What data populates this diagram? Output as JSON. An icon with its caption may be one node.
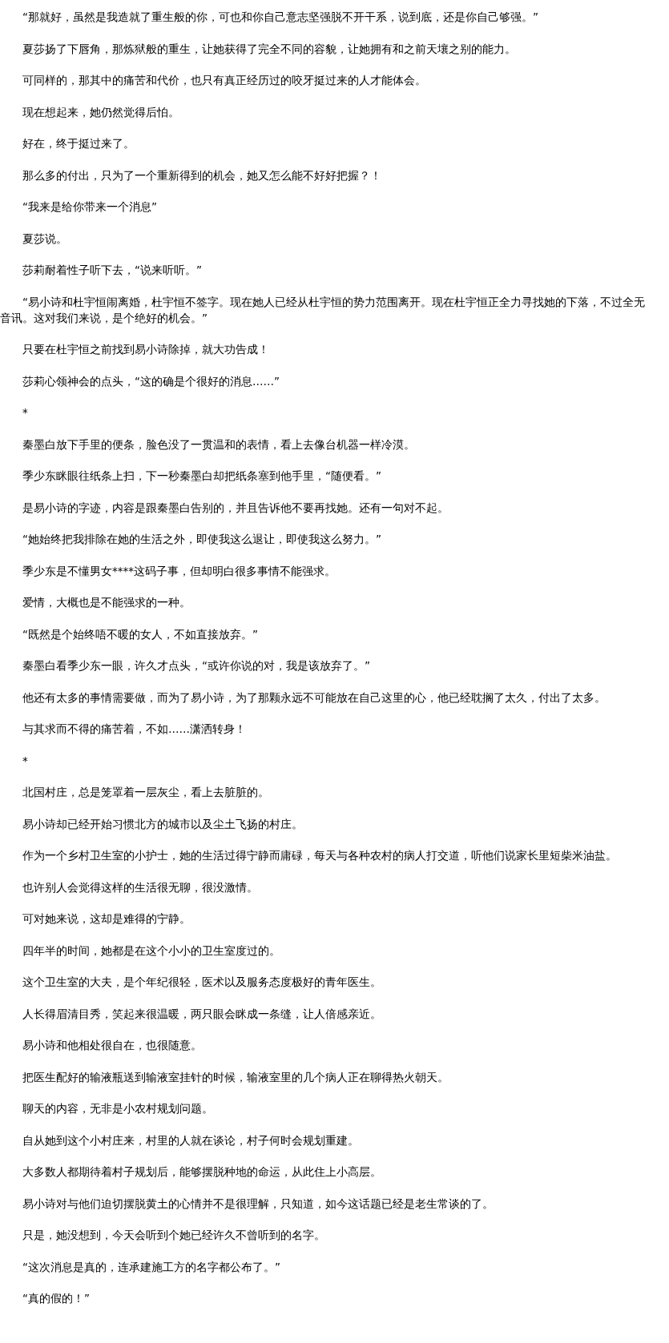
{
  "diagram": {
    "labels": [
      "“那就好，虽然是我造就了重生般的你，可也和你自己意志坚强脱不开干系，说到底，还是你自己够强。”",
      "夏莎扬了下唇角，那炼狱般的重生，让她获得了完全不同的容貌，让她拥有和之前天壤之别的能力。",
      "可同样的，那其中的痛苦和代价，也只有真正经历过的咬牙挺过来的人才能体会。",
      "现在想起来，她仍然觉得后怕。",
      "好在，终于挺过来了。",
      "那么多的付出，只为了一个重新得到的机会，她又怎么能不好好把握？！",
      "“我来是给你带来一个消息”",
      "夏莎说。",
      "莎莉耐着性子听下去，“说来听听。”",
      "“易小诗和杜宇恒闹离婚，杜宇恒不签字。现在她人已经从杜宇恒的势力范围离开。现在杜宇恒正全力寻找她的下落，不过全无音讯。这对我们来说，是个绝好的机会。”",
      "只要在杜宇恒之前找到易小诗除掉，就大功告成！",
      "莎莉心领神会的点头，“这的确是个很好的消息……”",
      "*",
      "秦墨白放下手里的便条，脸色没了一贯温和的表情，看上去像台机器一样冷漠。",
      "季少东眯眼往纸条上扫，下一秒秦墨白却把纸条塞到他手里，“随便看。”",
      "是易小诗的字迹，内容是跟秦墨白告别的，并且告诉他不要再找她。还有一句对不起。",
      "“她始终把我排除在她的生活之外，即使我这么退让，即使我这么努力。”",
      "季少东是不懂男女****这码子事，但却明白很多事情不能强求。",
      "爱情，大概也是不能强求的一种。",
      "“既然是个始终唔不暖的女人，不如直接放弃。”",
      "秦墨白看季少东一眼，许久才点头，“或许你说的对，我是该放弃了。”",
      "他还有太多的事情需要做，而为了易小诗，为了那颗永远不可能放在自己这里的心，他已经耽搁了太久，付出了太多。",
      "与其求而不得的痛苦着，不如……潇洒转身！",
      "*",
      "北国村庄，总是笼罩着一层灰尘，看上去脏脏的。",
      "易小诗却已经开始习惯北方的城市以及尘土飞扬的村庄。",
      "作为一个乡村卫生室的小护士，她的生活过得宁静而庸碌，每天与各种农村的病人打交道，听他们说家长里短柴米油盐。",
      "也许别人会觉得这样的生活很无聊，很没激情。",
      "可对她来说，这却是难得的宁静。",
      "四年半的时间，她都是在这个小小的卫生室度过的。",
      "这个卫生室的大夫，是个年纪很轻，医术以及服务态度极好的青年医生。",
      "人长得眉清目秀，笑起来很温暖，两只眼会眯成一条缝，让人倍感亲近。",
      "易小诗和他相处很自在，也很随意。",
      "把医生配好的输液瓶送到输液室挂针的时候，输液室里的几个病人正在聊得热火朝天。",
      "聊天的内容，无非是小农村规划问题。",
      "自从她到这个小村庄来，村里的人就在谈论，村子何时会规划重建。",
      "大多数人都期待着村子规划后，能够摆脱种地的命运，从此住上小高层。",
      "易小诗对与他们迫切摆脱黄土的心情并不是很理解，只知道，如今这话题已经是老生常谈的了。",
      "只是，她没想到，今天会听到个她已经许久不曾听到的名字。",
      "“这次消息是真的，连承建施工方的名字都公布了。”",
      "“真的假的！”"
    ]
  }
}
